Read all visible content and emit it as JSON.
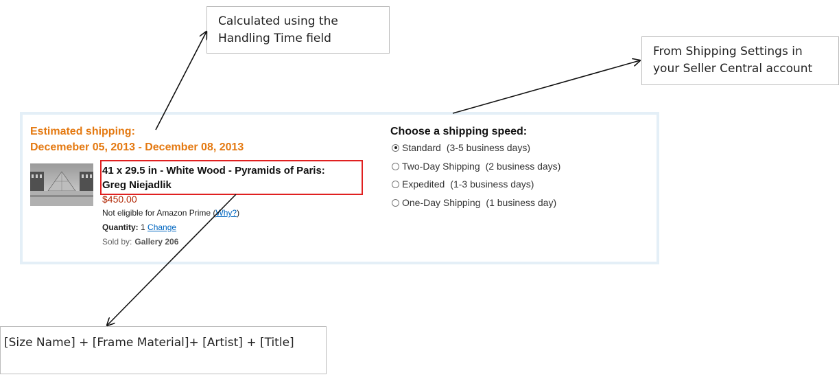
{
  "callouts": {
    "handling_time": [
      "Calculated using the",
      "Handling Time field"
    ],
    "shipping_settings": [
      "From Shipping Settings in",
      "your Seller Central account"
    ],
    "title_formula": [
      "[Size Name] + [Frame Material]+ [Artist] + [Title]"
    ]
  },
  "shipping": {
    "estimated_label": "Estimated shipping:",
    "date_range": "Decemeber 05, 2013 - December 08, 2013"
  },
  "item": {
    "title_line1": "41 x 29.5 in - White Wood - Pyramids of Paris:",
    "title_line2": "Greg Niejadlik",
    "price": "$450.00",
    "prime_text": "Not eligible for Amazon Prime (",
    "prime_link": "Why?",
    "prime_close": ")",
    "quantity_label": "Quantity:",
    "quantity_value": "1",
    "change_link": "Change",
    "sold_by_label": "Sold by:",
    "seller": "Gallery 206"
  },
  "speed": {
    "heading": "Choose a shipping speed:",
    "options": [
      {
        "name": "Standard",
        "days": "(3-5 business days)",
        "selected": true
      },
      {
        "name": "Two-Day Shipping",
        "days": "(2 business days)",
        "selected": false
      },
      {
        "name": "Expedited",
        "days": "(1-3 business days)",
        "selected": false
      },
      {
        "name": "One-Day Shipping",
        "days": "(1 business day)",
        "selected": false
      }
    ]
  },
  "colors": {
    "estimate_orange": "#e47911",
    "price_red": "#b12704",
    "highlight_box": "#e02020",
    "panel_border": "#e4eff7",
    "link_blue": "#0066c0"
  },
  "icons": [
    "radio-selected-icon",
    "radio-unselected-icon",
    "arrow-icon",
    "product-thumbnail"
  ]
}
